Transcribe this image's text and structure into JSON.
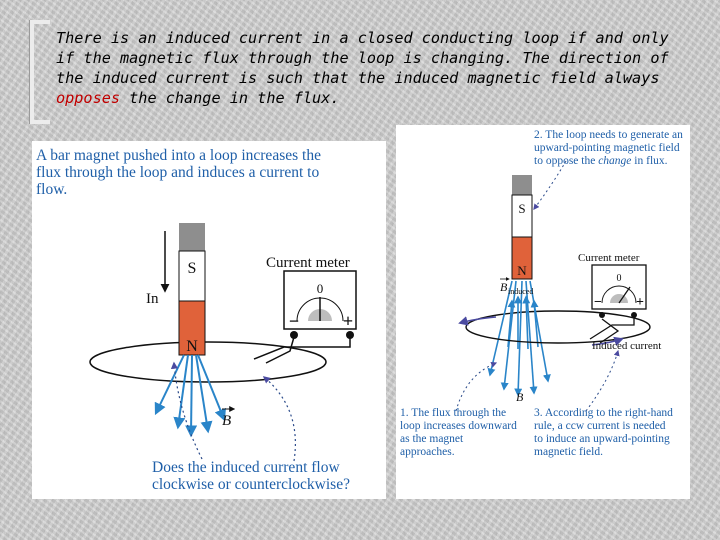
{
  "headline": {
    "before": "There is an induced current in a closed conducting loop if and only if the magnetic flux through the loop is changing.  The direction of the induced current is such that the induced magnetic field always ",
    "accent": "opposes",
    "after": " the change in the flux."
  },
  "left_panel": {
    "caption": "A bar magnet pushed into a loop increases the flux through the loop and induces a current to flow.",
    "magnet_south": "S",
    "magnet_north": "N",
    "motion_label": "In",
    "meter_label": "Current meter",
    "meter_zero": "0",
    "meter_minus": "−",
    "meter_plus": "+",
    "field_label": "B",
    "question": "Does the induced current flow clockwise or counterclockwise?"
  },
  "right_panel": {
    "note_2_prefix": "2. The loop needs to generate an upward-pointing magnetic field to oppose the ",
    "note_2_italic": "change",
    "note_2_suffix": " in flux.",
    "magnet_south": "S",
    "magnet_north": "N",
    "meter_label": "Current meter",
    "meter_zero": "0",
    "meter_minus": "−",
    "meter_plus": "+",
    "induced_field_label": "B",
    "induced_field_subscript": "induced",
    "induced_current_label": "Induced current",
    "field_label": "B",
    "note_1": "1. The flux through the loop increases downward as the magnet approaches.",
    "note_3": "3. According to the right-hand rule, a ccw current is needed to induce an upward-pointing magnetic field."
  },
  "colors": {
    "headline_accent": "#c00000",
    "caption_text": "#1f5fa8",
    "field_arrow": "#2a85c9",
    "current_arrow": "#4a4aa0",
    "magnet_north": "#e0623a",
    "magnet_south": "#ffffff"
  }
}
